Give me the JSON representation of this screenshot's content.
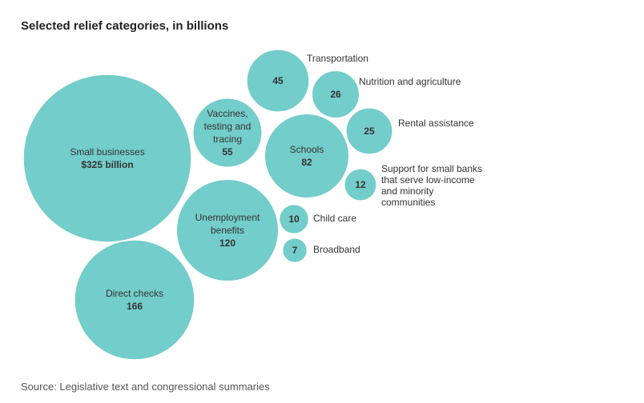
{
  "chart_data": {
    "type": "bubble",
    "title": "Selected relief categories, in billions",
    "source": "Source: Legislative text and congressional summaries",
    "items": [
      {
        "key": "small-businesses",
        "label": [
          "Small businesses"
        ],
        "value": 325,
        "value_label": "$325 billion",
        "label_position": "inside"
      },
      {
        "key": "direct-checks",
        "label": [
          "Direct checks"
        ],
        "value": 166,
        "value_label": "166",
        "label_position": "inside"
      },
      {
        "key": "unemployment-benefits",
        "label": [
          "Unemployment",
          "benefits"
        ],
        "value": 120,
        "value_label": "120",
        "label_position": "inside"
      },
      {
        "key": "schools",
        "label": [
          "Schools"
        ],
        "value": 82,
        "value_label": "82",
        "label_position": "inside"
      },
      {
        "key": "vaccines",
        "label": [
          "Vaccines,",
          "testing and",
          "tracing"
        ],
        "value": 55,
        "value_label": "55",
        "label_position": "inside"
      },
      {
        "key": "transportation",
        "label": [
          "Transportation"
        ],
        "value": 45,
        "value_label": "45",
        "label_position": "outside"
      },
      {
        "key": "nutrition",
        "label": [
          "Nutrition and agriculture"
        ],
        "value": 26,
        "value_label": "26",
        "label_position": "outside"
      },
      {
        "key": "rental",
        "label": [
          "Rental assistance"
        ],
        "value": 25,
        "value_label": "25",
        "label_position": "outside"
      },
      {
        "key": "small-banks",
        "label": [
          "Support for small banks",
          "that serve low-income",
          "and minority",
          "communities"
        ],
        "value": 12,
        "value_label": "12",
        "label_position": "outside"
      },
      {
        "key": "child-care",
        "label": [
          "Child care"
        ],
        "value": 10,
        "value_label": "10",
        "label_position": "outside"
      },
      {
        "key": "broadband",
        "label": [
          "Broadband"
        ],
        "value": 7,
        "value_label": "7",
        "label_position": "outside"
      }
    ],
    "colors": {
      "bubble": "#73cdca",
      "stroke": "#ffffff",
      "text": "#333333"
    }
  }
}
